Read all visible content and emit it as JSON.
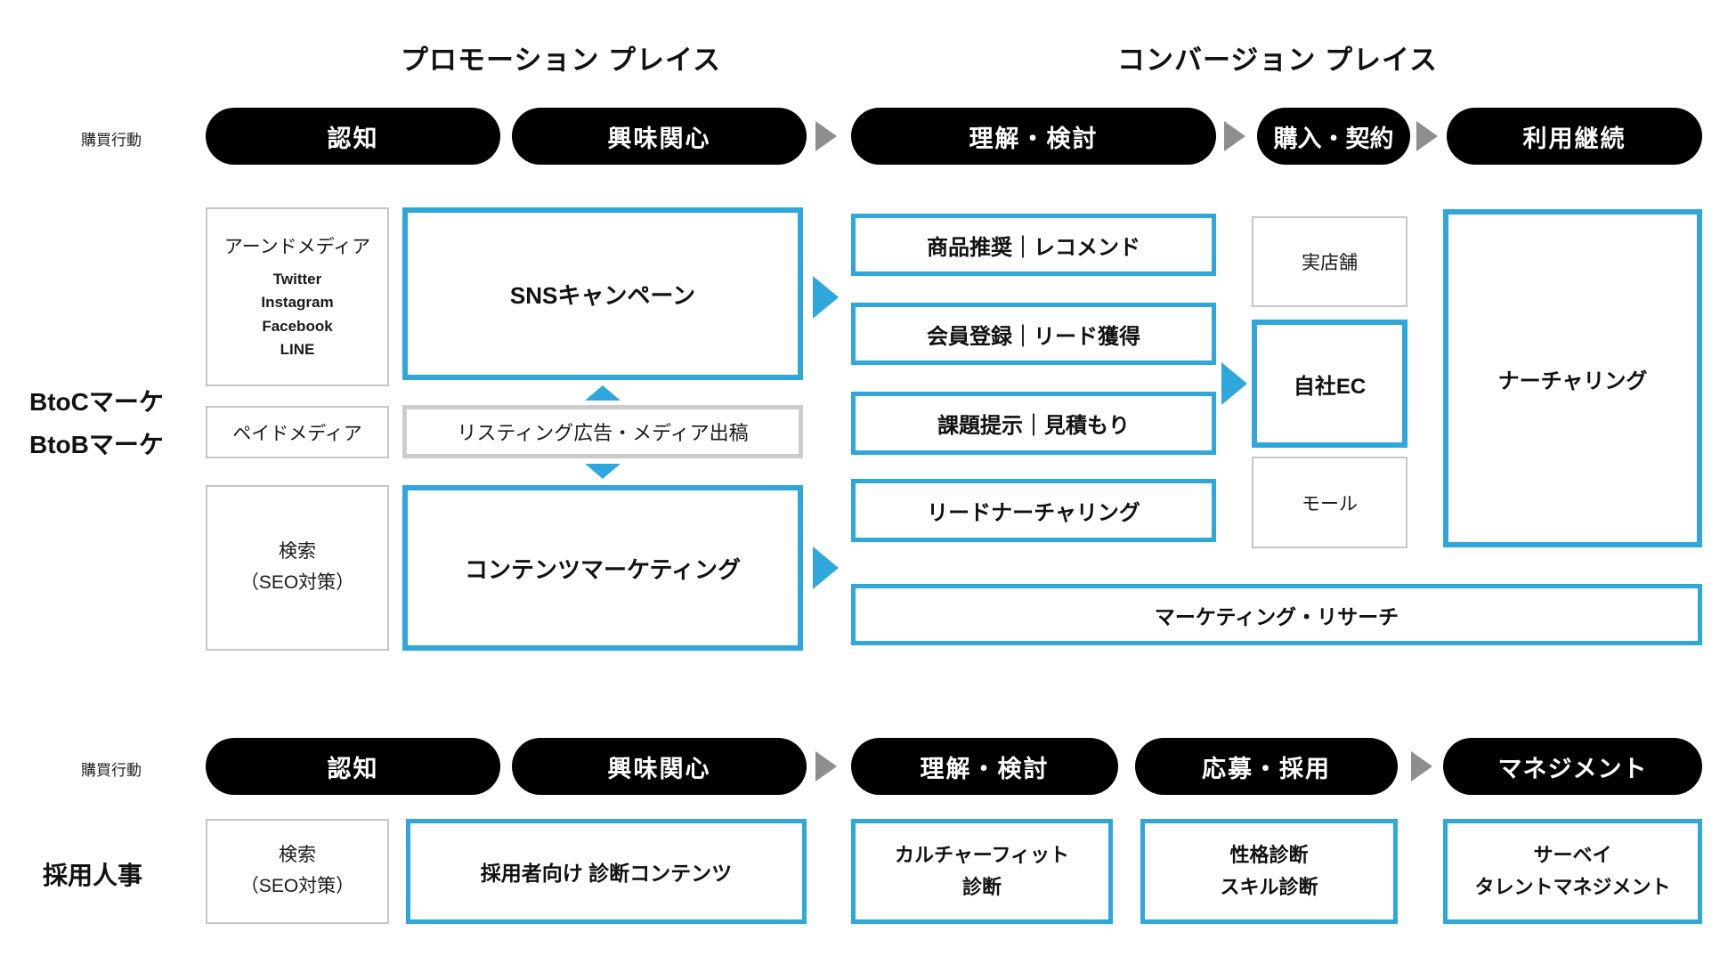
{
  "colors": {
    "accent_blue": "#2FA7DB",
    "pill_black": "#000000",
    "pill_text": "#FFFFFF",
    "arrow_gray": "#8E8E8E",
    "box_border_gray": "#C6C6C6",
    "listing_border_gray": "#CCCCCC"
  },
  "titles": {
    "promotion": "プロモーション プレイス",
    "conversion": "コンバージョン プレイス"
  },
  "labels": {
    "purchase_behavior_top": "購買行動",
    "purchase_behavior_bottom": "購買行動",
    "btoc": "BtoCマーケ",
    "btob": "BtoBマーケ",
    "recruit": "採用人事"
  },
  "funnel_top": {
    "stages": [
      "認知",
      "興味関心",
      "理解・検討",
      "購入・契約",
      "利用継続"
    ]
  },
  "funnel_bottom": {
    "stages": [
      "認知",
      "興味関心",
      "理解・検討",
      "応募・採用",
      "マネジメント"
    ]
  },
  "promotion": {
    "earned_media": {
      "title": "アーンドメディア",
      "channels": [
        "Twitter",
        "Instagram",
        "Facebook",
        "LINE"
      ]
    },
    "sns_campaign": "SNSキャンペーン",
    "paid_media": "ペイドメディア",
    "listing_ads": "リスティング広告・メディア出稿",
    "search_seo_line1": "検索",
    "search_seo_line2": "（SEO対策）",
    "content_marketing": "コンテンツマーケティング"
  },
  "conversion": {
    "recommend": "商品推奨｜レコメンド",
    "registration": "会員登録｜リード獲得",
    "proposal": "課題提示｜見積もり",
    "lead_nurturing": "リードナーチャリング",
    "real_store": "実店舗",
    "own_ec": "自社EC",
    "mall": "モール",
    "nurturing": "ナーチャリング",
    "marketing_research": "マーケティング・リサーチ"
  },
  "recruiting": {
    "search_seo_line1": "検索",
    "search_seo_line2": "（SEO対策）",
    "diagnosis_content": "採用者向け 診断コンテンツ",
    "culture_fit_line1": "カルチャーフィット",
    "culture_fit_line2": "診断",
    "personality_line1": "性格診断",
    "personality_line2": "スキル診断",
    "survey_line1": "サーベイ",
    "survey_line2": "タレントマネジメント"
  }
}
